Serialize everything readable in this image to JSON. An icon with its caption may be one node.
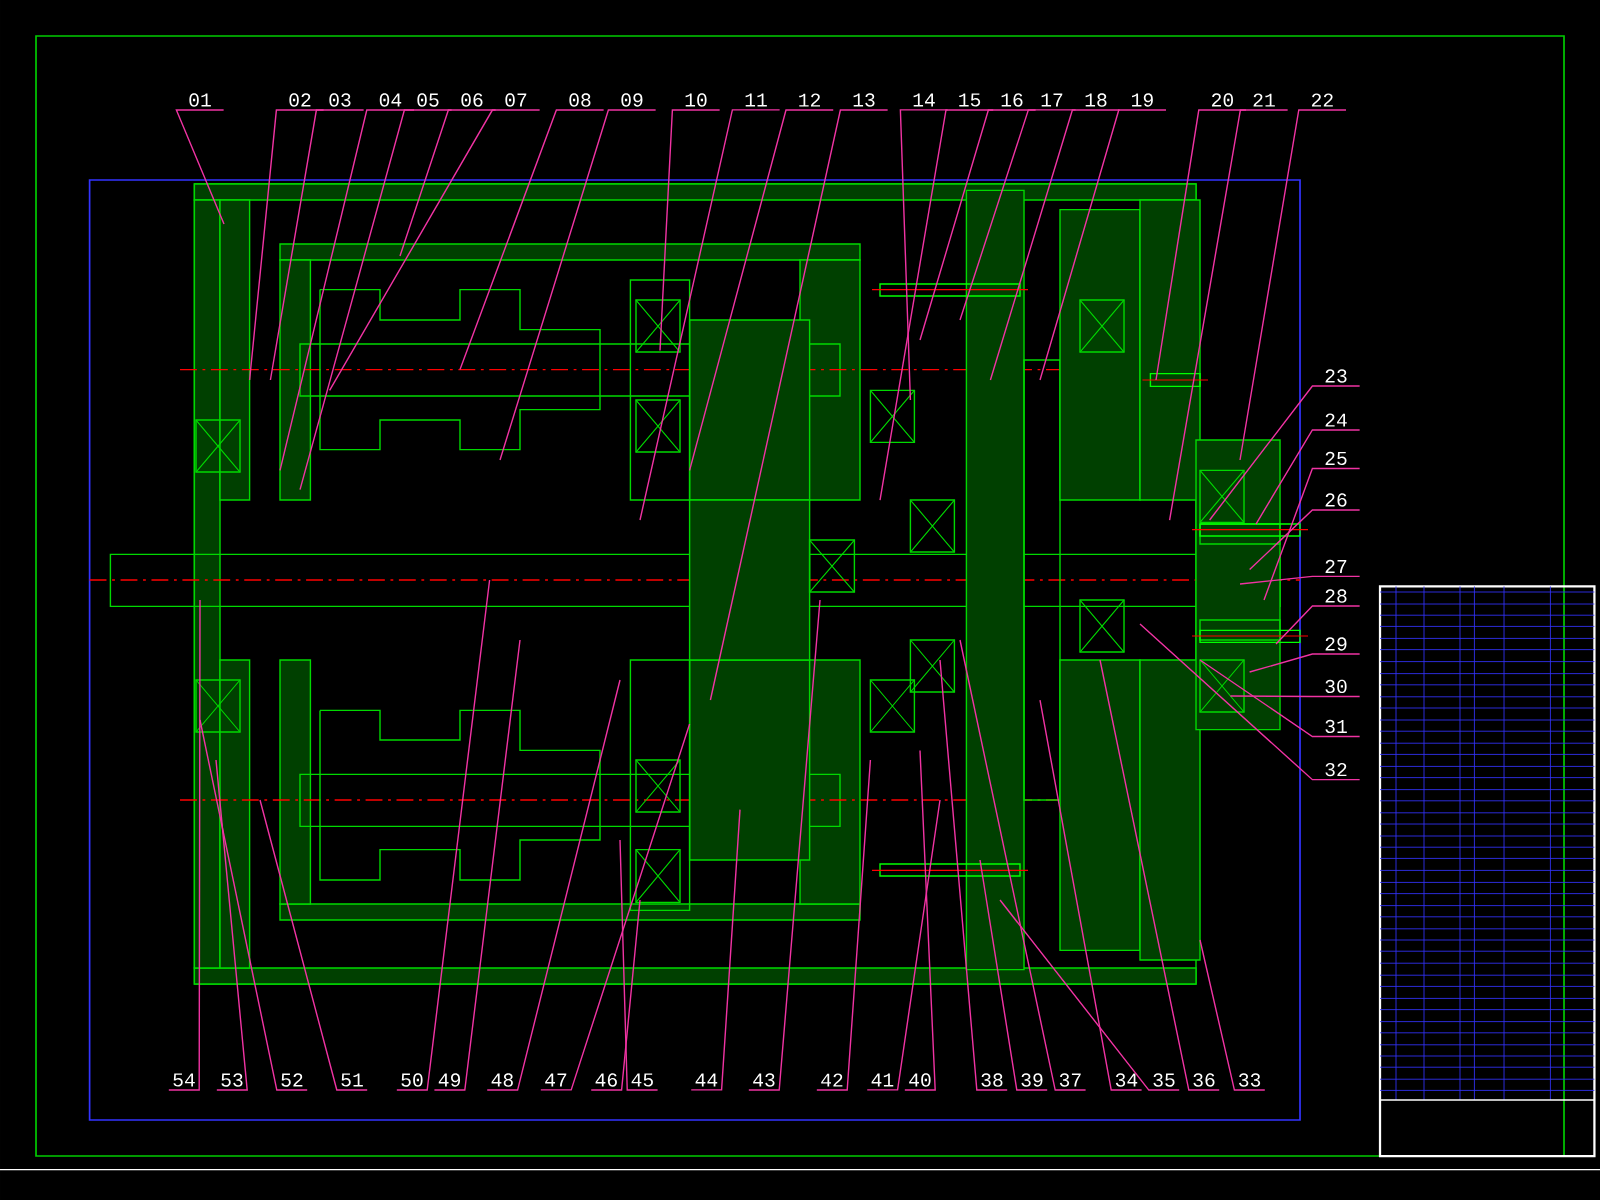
{
  "diagram": {
    "nodes": [
      {
        "text": [
          "01"
        ]
      },
      {
        "text": [
          "02"
        ]
      },
      {
        "text": [
          "03"
        ]
      },
      {
        "text": [
          "04"
        ]
      },
      {
        "text": [
          "05"
        ]
      },
      {
        "text": [
          "06"
        ]
      },
      {
        "text": [
          "07"
        ]
      },
      {
        "text": [
          "08"
        ]
      },
      {
        "text": [
          "09"
        ]
      },
      {
        "text": [
          "10"
        ]
      },
      {
        "text": [
          "11"
        ]
      },
      {
        "text": [
          "12"
        ]
      },
      {
        "text": [
          "13"
        ]
      },
      {
        "text": [
          "14"
        ]
      },
      {
        "text": [
          "15"
        ]
      },
      {
        "text": [
          "16"
        ]
      },
      {
        "text": [
          "17"
        ]
      },
      {
        "text": [
          "18"
        ]
      },
      {
        "text": [
          "19"
        ]
      },
      {
        "text": [
          "20"
        ]
      },
      {
        "text": [
          "21"
        ]
      },
      {
        "text": [
          "22"
        ]
      },
      {
        "text": [
          "23"
        ]
      },
      {
        "text": [
          "24"
        ]
      },
      {
        "text": [
          "25"
        ]
      },
      {
        "text": [
          "26"
        ]
      },
      {
        "text": [
          "27"
        ]
      },
      {
        "text": [
          "28"
        ]
      },
      {
        "text": [
          "29"
        ]
      },
      {
        "text": [
          "30"
        ]
      },
      {
        "text": [
          "31"
        ]
      },
      {
        "text": [
          "32"
        ]
      },
      {
        "text": [
          "33"
        ]
      },
      {
        "text": [
          "34"
        ]
      },
      {
        "text": [
          "35"
        ]
      },
      {
        "text": [
          "36"
        ]
      },
      {
        "text": [
          "37"
        ]
      },
      {
        "text": [
          "38"
        ]
      },
      {
        "text": [
          "39"
        ]
      },
      {
        "text": [
          "40"
        ]
      },
      {
        "text": [
          "41"
        ]
      },
      {
        "text": [
          "42"
        ]
      },
      {
        "text": [
          "43"
        ]
      },
      {
        "text": [
          "44"
        ]
      },
      {
        "text": [
          "45"
        ]
      },
      {
        "text": [
          "46"
        ]
      },
      {
        "text": [
          "47"
        ]
      },
      {
        "text": [
          "48"
        ]
      },
      {
        "text": [
          "49"
        ]
      },
      {
        "text": [
          "50"
        ]
      },
      {
        "text": [
          "51"
        ]
      },
      {
        "text": [
          "52"
        ]
      },
      {
        "text": [
          "53"
        ]
      },
      {
        "text": [
          "54"
        ]
      },
      {
        "text": [],
        "shape": "picture"
      }
    ],
    "edges": [
      {
        "from": 0,
        "to": 54,
        "arrow": "none"
      },
      {
        "from": 1,
        "to": 54,
        "arrow": "none"
      },
      {
        "from": 2,
        "to": 54,
        "arrow": "none"
      },
      {
        "from": 3,
        "to": 54,
        "arrow": "none"
      },
      {
        "from": 4,
        "to": 54,
        "arrow": "none"
      },
      {
        "from": 5,
        "to": 54,
        "arrow": "none"
      },
      {
        "from": 6,
        "to": 54,
        "arrow": "none"
      },
      {
        "from": 7,
        "to": 54,
        "arrow": "none"
      },
      {
        "from": 8,
        "to": 54,
        "arrow": "none"
      },
      {
        "from": 9,
        "to": 54,
        "arrow": "none"
      },
      {
        "from": 10,
        "to": 54,
        "arrow": "none"
      },
      {
        "from": 11,
        "to": 54,
        "arrow": "none"
      },
      {
        "from": 12,
        "to": 54,
        "arrow": "none"
      },
      {
        "from": 13,
        "to": 54,
        "arrow": "none"
      },
      {
        "from": 14,
        "to": 54,
        "arrow": "none"
      },
      {
        "from": 15,
        "to": 54,
        "arrow": "none"
      },
      {
        "from": 16,
        "to": 54,
        "arrow": "none"
      },
      {
        "from": 17,
        "to": 54,
        "arrow": "none"
      },
      {
        "from": 18,
        "to": 54,
        "arrow": "none"
      },
      {
        "from": 19,
        "to": 54,
        "arrow": "none"
      },
      {
        "from": 20,
        "to": 54,
        "arrow": "none"
      },
      {
        "from": 21,
        "to": 54,
        "arrow": "none"
      },
      {
        "from": 22,
        "to": 54,
        "arrow": "none"
      },
      {
        "from": 23,
        "to": 54,
        "arrow": "none"
      },
      {
        "from": 24,
        "to": 54,
        "arrow": "none"
      },
      {
        "from": 25,
        "to": 54,
        "arrow": "none"
      },
      {
        "from": 26,
        "to": 54,
        "arrow": "none"
      },
      {
        "from": 27,
        "to": 54,
        "arrow": "none"
      },
      {
        "from": 28,
        "to": 54,
        "arrow": "none"
      },
      {
        "from": 29,
        "to": 54,
        "arrow": "none"
      },
      {
        "from": 30,
        "to": 54,
        "arrow": "none"
      },
      {
        "from": 31,
        "to": 54,
        "arrow": "none"
      },
      {
        "from": 32,
        "to": 54,
        "arrow": "none"
      },
      {
        "from": 33,
        "to": 54,
        "arrow": "none"
      },
      {
        "from": 34,
        "to": 54,
        "arrow": "none"
      },
      {
        "from": 35,
        "to": 54,
        "arrow": "none"
      },
      {
        "from": 36,
        "to": 54,
        "arrow": "none"
      },
      {
        "from": 37,
        "to": 54,
        "arrow": "none"
      },
      {
        "from": 38,
        "to": 54,
        "arrow": "none"
      },
      {
        "from": 39,
        "to": 54,
        "arrow": "none"
      },
      {
        "from": 40,
        "to": 54,
        "arrow": "none"
      },
      {
        "from": 41,
        "to": 54,
        "arrow": "none"
      },
      {
        "from": 42,
        "to": 54,
        "arrow": "none"
      },
      {
        "from": 43,
        "to": 54,
        "arrow": "none"
      },
      {
        "from": 44,
        "to": 54,
        "arrow": "none"
      },
      {
        "from": 45,
        "to": 54,
        "arrow": "none"
      },
      {
        "from": 46,
        "to": 54,
        "arrow": "none"
      },
      {
        "from": 47,
        "to": 54,
        "arrow": "none"
      },
      {
        "from": 48,
        "to": 54,
        "arrow": "none"
      },
      {
        "from": 49,
        "to": 54,
        "arrow": "none"
      },
      {
        "from": 50,
        "to": 54,
        "arrow": "none"
      },
      {
        "from": 51,
        "to": 54,
        "arrow": "none"
      },
      {
        "from": 52,
        "to": 54,
        "arrow": "none"
      },
      {
        "from": 53,
        "to": 54,
        "arrow": "none"
      }
    ]
  }
}
